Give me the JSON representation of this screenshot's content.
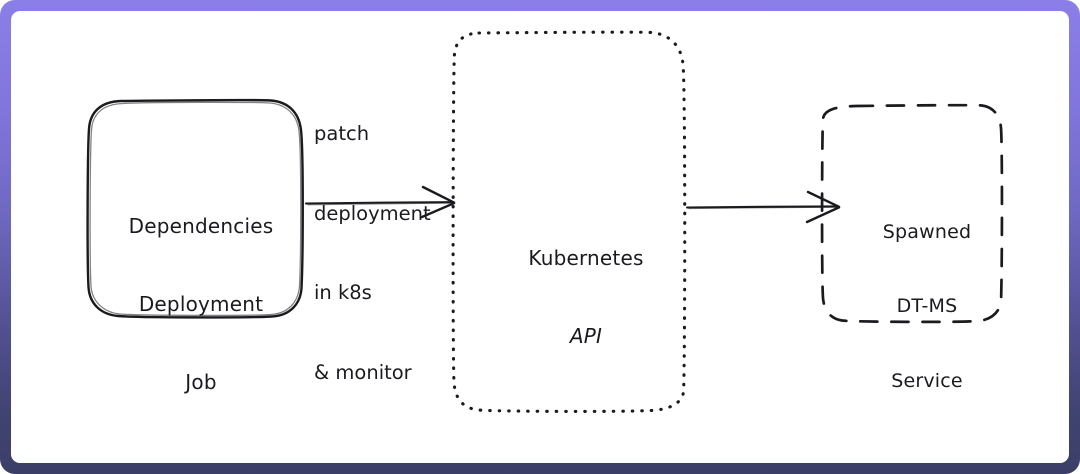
{
  "canvas": {
    "title": "Dependencies Deployment Job to Kubernetes API to Spawned DT-MS Service flow diagram",
    "background_color": "#ffffff",
    "frame_gradient_top": "#8b7ee8",
    "frame_gradient_bottom": "#3b3f68",
    "stroke_color": "#1b1b1f"
  },
  "nodes": [
    {
      "id": "dependencies-deployment-job",
      "label_lines": [
        "Dependencies",
        "Deployment",
        "Job"
      ],
      "border_style": "solid",
      "shape": "rounded-rectangle"
    },
    {
      "id": "kubernetes-api",
      "label_lines": [
        "Kubernetes",
        "API"
      ],
      "border_style": "dotted",
      "shape": "rounded-rectangle"
    },
    {
      "id": "spawned-dt-ms-service",
      "label_lines": [
        "Spawned",
        "DT-MS",
        "Service"
      ],
      "border_style": "dashed",
      "shape": "rounded-rectangle"
    }
  ],
  "edges": [
    {
      "id": "edge-deps-to-k8s",
      "from": "dependencies-deployment-job",
      "to": "kubernetes-api",
      "label_lines": [
        "patch",
        "deployment",
        "in k8s",
        "& monitor"
      ],
      "arrowhead": "open"
    },
    {
      "id": "edge-k8s-to-service",
      "from": "kubernetes-api",
      "to": "spawned-dt-ms-service",
      "label_lines": [],
      "arrowhead": "open"
    }
  ]
}
